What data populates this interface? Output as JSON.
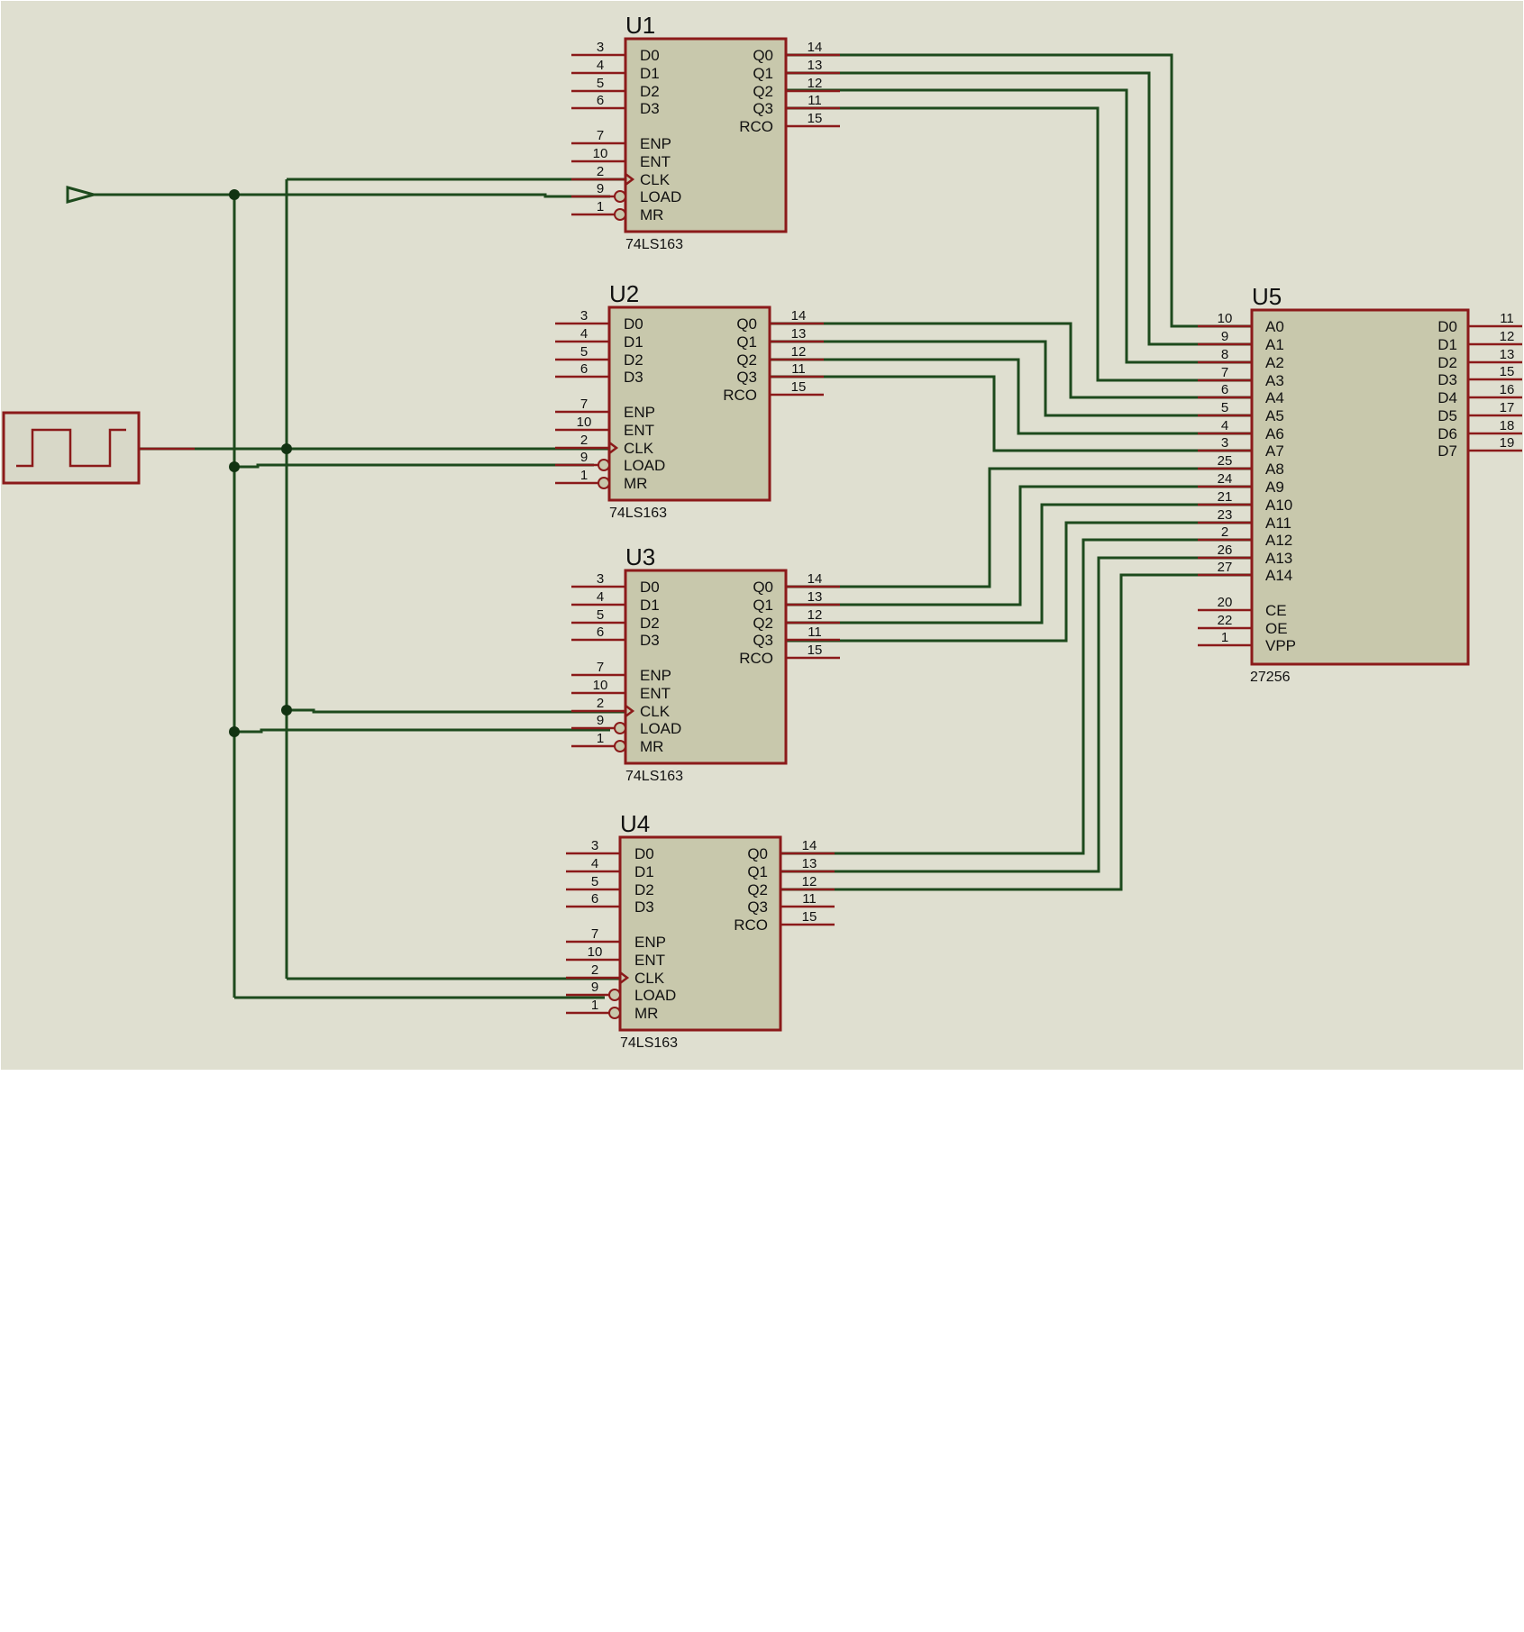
{
  "counters": [
    {
      "ref": "U1",
      "part": "74LS163",
      "left": [
        {
          "num": "3",
          "label": "D0"
        },
        {
          "num": "4",
          "label": "D1"
        },
        {
          "num": "5",
          "label": "D2"
        },
        {
          "num": "6",
          "label": "D3"
        },
        {
          "num": "7",
          "label": "ENP"
        },
        {
          "num": "10",
          "label": "ENT"
        },
        {
          "num": "2",
          "label": "CLK"
        },
        {
          "num": "9",
          "label": "LOAD"
        },
        {
          "num": "1",
          "label": "MR"
        }
      ],
      "right": [
        {
          "num": "14",
          "label": "Q0"
        },
        {
          "num": "13",
          "label": "Q1"
        },
        {
          "num": "12",
          "label": "Q2"
        },
        {
          "num": "11",
          "label": "Q3"
        },
        {
          "num": "15",
          "label": "RCO"
        }
      ]
    },
    {
      "ref": "U2",
      "part": "74LS163",
      "left": [
        {
          "num": "3",
          "label": "D0"
        },
        {
          "num": "4",
          "label": "D1"
        },
        {
          "num": "5",
          "label": "D2"
        },
        {
          "num": "6",
          "label": "D3"
        },
        {
          "num": "7",
          "label": "ENP"
        },
        {
          "num": "10",
          "label": "ENT"
        },
        {
          "num": "2",
          "label": "CLK"
        },
        {
          "num": "9",
          "label": "LOAD"
        },
        {
          "num": "1",
          "label": "MR"
        }
      ],
      "right": [
        {
          "num": "14",
          "label": "Q0"
        },
        {
          "num": "13",
          "label": "Q1"
        },
        {
          "num": "12",
          "label": "Q2"
        },
        {
          "num": "11",
          "label": "Q3"
        },
        {
          "num": "15",
          "label": "RCO"
        }
      ]
    },
    {
      "ref": "U3",
      "part": "74LS163",
      "left": [
        {
          "num": "3",
          "label": "D0"
        },
        {
          "num": "4",
          "label": "D1"
        },
        {
          "num": "5",
          "label": "D2"
        },
        {
          "num": "6",
          "label": "D3"
        },
        {
          "num": "7",
          "label": "ENP"
        },
        {
          "num": "10",
          "label": "ENT"
        },
        {
          "num": "2",
          "label": "CLK"
        },
        {
          "num": "9",
          "label": "LOAD"
        },
        {
          "num": "1",
          "label": "MR"
        }
      ],
      "right": [
        {
          "num": "14",
          "label": "Q0"
        },
        {
          "num": "13",
          "label": "Q1"
        },
        {
          "num": "12",
          "label": "Q2"
        },
        {
          "num": "11",
          "label": "Q3"
        },
        {
          "num": "15",
          "label": "RCO"
        }
      ]
    },
    {
      "ref": "U4",
      "part": "74LS163",
      "left": [
        {
          "num": "3",
          "label": "D0"
        },
        {
          "num": "4",
          "label": "D1"
        },
        {
          "num": "5",
          "label": "D2"
        },
        {
          "num": "6",
          "label": "D3"
        },
        {
          "num": "7",
          "label": "ENP"
        },
        {
          "num": "10",
          "label": "ENT"
        },
        {
          "num": "2",
          "label": "CLK"
        },
        {
          "num": "9",
          "label": "LOAD"
        },
        {
          "num": "1",
          "label": "MR"
        }
      ],
      "right": [
        {
          "num": "14",
          "label": "Q0"
        },
        {
          "num": "13",
          "label": "Q1"
        },
        {
          "num": "12",
          "label": "Q2"
        },
        {
          "num": "11",
          "label": "Q3"
        },
        {
          "num": "15",
          "label": "RCO"
        }
      ]
    }
  ],
  "eprom": {
    "ref": "U5",
    "part": "27256",
    "left": [
      {
        "num": "10",
        "label": "A0"
      },
      {
        "num": "9",
        "label": "A1"
      },
      {
        "num": "8",
        "label": "A2"
      },
      {
        "num": "7",
        "label": "A3"
      },
      {
        "num": "6",
        "label": "A4"
      },
      {
        "num": "5",
        "label": "A5"
      },
      {
        "num": "4",
        "label": "A6"
      },
      {
        "num": "3",
        "label": "A7"
      },
      {
        "num": "25",
        "label": "A8"
      },
      {
        "num": "24",
        "label": "A9"
      },
      {
        "num": "21",
        "label": "A10"
      },
      {
        "num": "23",
        "label": "A11"
      },
      {
        "num": "2",
        "label": "A12"
      },
      {
        "num": "26",
        "label": "A13"
      },
      {
        "num": "27",
        "label": "A14"
      },
      {
        "num": "20",
        "label": "CE"
      },
      {
        "num": "22",
        "label": "OE"
      },
      {
        "num": "1",
        "label": "VPP"
      }
    ],
    "right": [
      {
        "num": "11",
        "label": "D0"
      },
      {
        "num": "12",
        "label": "D1"
      },
      {
        "num": "13",
        "label": "D2"
      },
      {
        "num": "15",
        "label": "D3"
      },
      {
        "num": "16",
        "label": "D4"
      },
      {
        "num": "17",
        "label": "D5"
      },
      {
        "num": "18",
        "label": "D6"
      },
      {
        "num": "19",
        "label": "D7"
      }
    ]
  },
  "colors": {
    "sheet": "#dfdfd0",
    "component_body": "#c8c8ac",
    "component_outline": "#8b1a1a",
    "wire": "#1d4a1d"
  },
  "symbols": {
    "clock_source": "square-wave-generator",
    "input_terminal": "triangle-terminal"
  }
}
